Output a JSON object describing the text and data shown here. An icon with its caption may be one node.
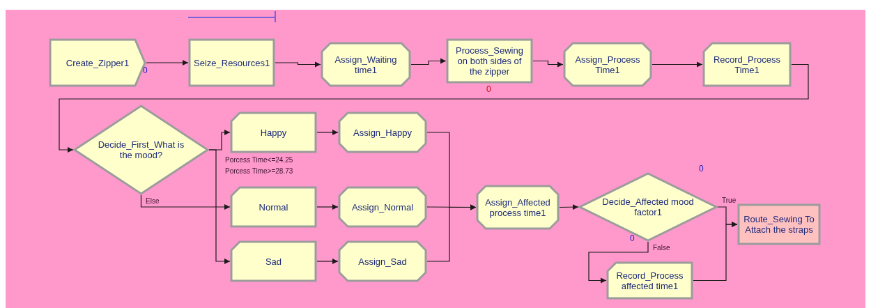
{
  "diagram": {
    "nodes": [
      {
        "text": [
          "Create_Zipper1"
        ],
        "beside": [
          "0"
        ]
      },
      {
        "text": [
          "Seize_Resources1"
        ]
      },
      {
        "text": [
          "Assign_Waiting time1"
        ]
      },
      {
        "text": [
          "Process_Sewing on both sides of the zipper"
        ],
        "beside": [
          "0"
        ]
      },
      {
        "text": [
          "Assign_Process Time1"
        ]
      },
      {
        "text": [
          "Record_Process Time1"
        ]
      },
      {
        "text": [
          "Decide_First_What is the mood?"
        ]
      },
      {
        "text": [
          "Happy"
        ]
      },
      {
        "text": [
          "Assign_Happy"
        ]
      },
      {
        "text": [
          "Normal"
        ]
      },
      {
        "text": [
          "Assign_Normal"
        ]
      },
      {
        "text": [
          "Sad"
        ]
      },
      {
        "text": [
          "Assign_Sad"
        ]
      },
      {
        "text": [
          "Assign_Affected process time1"
        ]
      },
      {
        "text": [
          "Decide_Affected mood factor1"
        ],
        "beside": [
          "0",
          "0"
        ]
      },
      {
        "text": [
          "Route_Sewing To Attach the straps"
        ]
      },
      {
        "text": [
          "Record_Process affected time1"
        ]
      }
    ],
    "edges": [
      {
        "from": 0,
        "to": 1,
        "arrow": "to"
      },
      {
        "from": 1,
        "to": 2,
        "arrow": "to"
      },
      {
        "from": 2,
        "to": 3,
        "arrow": "to"
      },
      {
        "from": 3,
        "to": 4,
        "arrow": "to"
      },
      {
        "from": 4,
        "to": 5,
        "arrow": "to"
      },
      {
        "from": 5,
        "to": 6,
        "arrow": "to"
      },
      {
        "from": 6,
        "to": 7,
        "arrow": "to",
        "label": "Porcess Time<=24.25"
      },
      {
        "from": 6,
        "to": 11,
        "arrow": "to",
        "label": "Porcess Time>=28.73"
      },
      {
        "from": 6,
        "to": 9,
        "arrow": "to",
        "label": "Else"
      },
      {
        "from": 7,
        "to": 8,
        "arrow": "to"
      },
      {
        "from": 9,
        "to": 10,
        "arrow": "to"
      },
      {
        "from": 11,
        "to": 12,
        "arrow": "to"
      },
      {
        "from": 8,
        "to": 13,
        "arrow": "to"
      },
      {
        "from": 10,
        "to": 13,
        "arrow": "to"
      },
      {
        "from": 12,
        "to": 13,
        "arrow": "to"
      },
      {
        "from": 13,
        "to": 14,
        "arrow": "to"
      },
      {
        "from": 14,
        "to": 15,
        "arrow": "to",
        "label": "True"
      },
      {
        "from": 14,
        "to": 16,
        "arrow": "to",
        "label": "False"
      },
      {
        "from": 16,
        "to": 15,
        "arrow": "to"
      }
    ]
  }
}
